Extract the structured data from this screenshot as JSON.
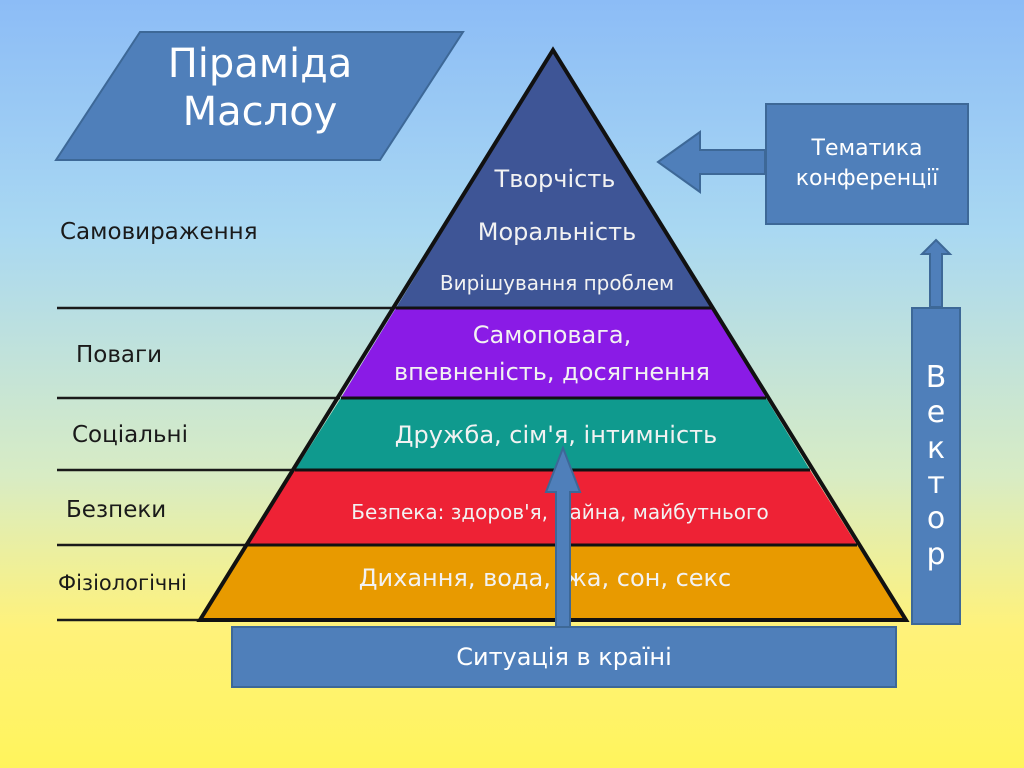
{
  "title": "Піраміда\nМаслоу",
  "levels": [
    {
      "name": "Самовираження",
      "items": [
        "Творчість",
        "Моральність",
        "Вирішування проблем"
      ],
      "color": "#3e5596"
    },
    {
      "name": "Поваги",
      "items": [
        "Самоповага,",
        "впевненість, досягнення"
      ],
      "color": "#8a1be6"
    },
    {
      "name": "Соціальні",
      "items": [
        "Дружба, сім'я, інтимність"
      ],
      "color": "#0f9a8e"
    },
    {
      "name": "Безпеки",
      "items": [
        "Безпека: здоров'я, майна, майбутнього"
      ],
      "color": "#ee2235"
    },
    {
      "name": "Фізіологічні",
      "items": [
        "Дихання, вода, їжа, сон, секс"
      ],
      "color": "#e89a00"
    }
  ],
  "topic_box": "Тематика конференції",
  "situation_box": "Ситуація в країні",
  "vector_letters": [
    "В",
    "е",
    "к",
    "т",
    "о",
    "р"
  ],
  "colors": {
    "box": "#4f7fba",
    "box_border": "#3d6897",
    "outline": "#111111"
  },
  "icons": [
    "arrow-left-icon",
    "arrow-up-icon"
  ]
}
